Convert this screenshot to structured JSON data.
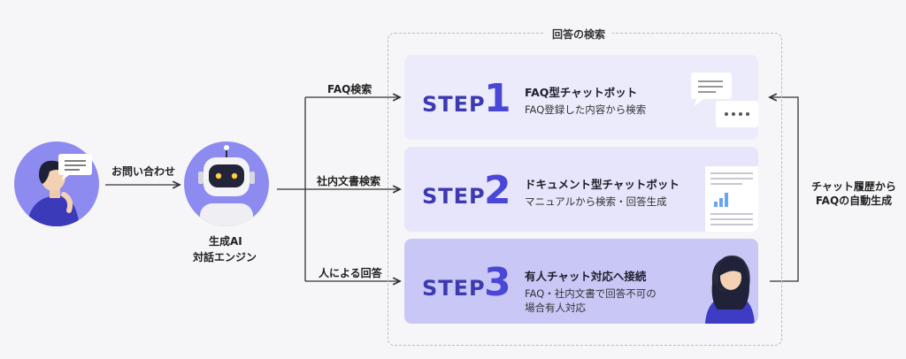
{
  "diagram": {
    "frame_title": "回答の検索",
    "user_arrow_label": "お問い合わせ",
    "engine_label_line1": "生成AI",
    "engine_label_line2": "対話エンジン",
    "branches": [
      {
        "label": "FAQ検索"
      },
      {
        "label": "社内文書検索"
      },
      {
        "label": "人による回答"
      }
    ],
    "steps": [
      {
        "step_word": "STEP",
        "number": "1",
        "title": "FAQ型チャットボット",
        "desc_line1": "FAQ登録した内容から検索",
        "desc_line2": ""
      },
      {
        "step_word": "STEP",
        "number": "2",
        "title": "ドキュメント型チャットボット",
        "desc_line1": "マニュアルから検索・回答生成",
        "desc_line2": ""
      },
      {
        "step_word": "STEP",
        "number": "3",
        "title": "有人チャット対応へ接続",
        "desc_line1": "FAQ・社内文書で回答不可の",
        "desc_line2": "場合有人対応"
      }
    ],
    "feedback_label_line1": "チャット履歴から",
    "feedback_label_line2": "FAQの自動生成"
  },
  "colors": {
    "accent": "#4b47d6",
    "avatar_bg": "#8d8bf0",
    "card3_bg": "#c9c7f6"
  },
  "icons": [
    "user-icon",
    "speech-bubble-icon",
    "robot-icon",
    "chat-bubble-icon",
    "typing-bubble-icon",
    "document-chart-icon",
    "operator-headset-icon"
  ]
}
